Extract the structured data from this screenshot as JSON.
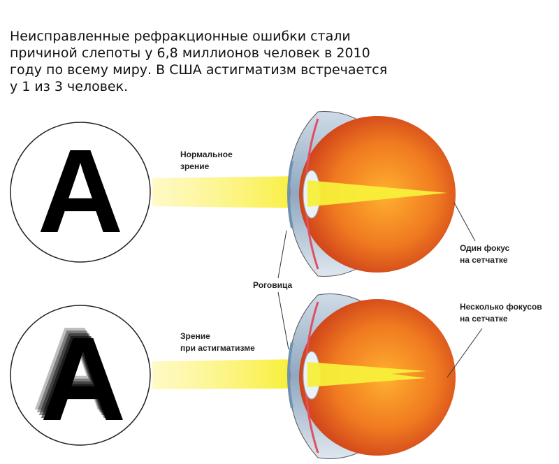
{
  "intro": {
    "lines": [
      "Неисправленные рефракционные ошибки стали",
      "причиной слепоты у 6,8 миллионов человек в 2010",
      "году по всему миру. В США астигматизм встречается",
      "у 1 из 3 человек."
    ]
  },
  "diagram": {
    "letter": "A",
    "labels": {
      "normal_vision": [
        "Нормальное",
        "зрение"
      ],
      "astig_vision": [
        "Зрение",
        "при астигматизме"
      ],
      "cornea": "Роговица",
      "one_focus": [
        "Один фокус",
        "на сетчатке"
      ],
      "many_focus": [
        "Несколько фокусов",
        "на сетчатке"
      ]
    },
    "colors": {
      "beam": "#f6ec1a",
      "eye_outer": "#c85a2a",
      "eye_inner": "#f59a2a",
      "sclera": "#9bb6cf"
    }
  }
}
